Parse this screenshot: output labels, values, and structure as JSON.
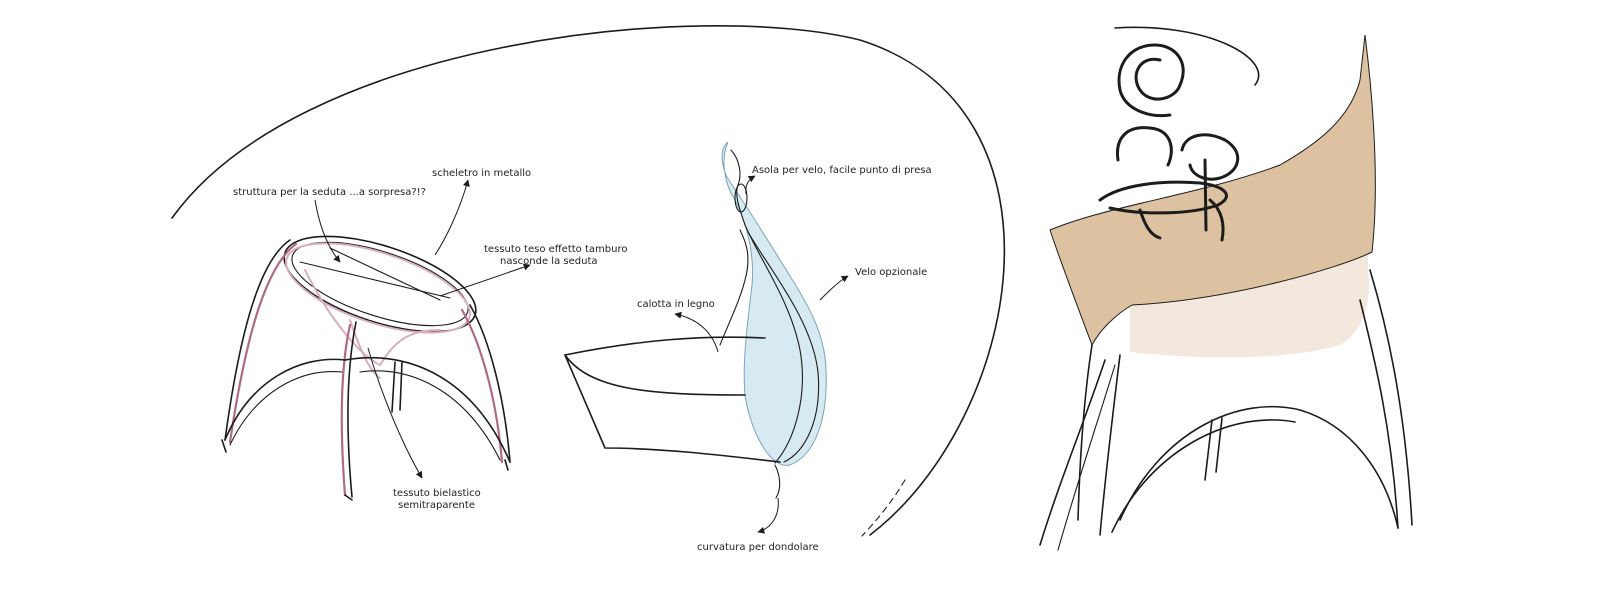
{
  "annotations": {
    "struttura": "struttura per la seduta ...a sorpresa?!?",
    "scheletro": "scheletro in metallo",
    "tessuto_teso_1": "tessuto teso effetto tamburo",
    "tessuto_teso_2": "nasconde la seduta",
    "bielastico_1": "tessuto bielastico",
    "bielastico_2": "semitraparente",
    "asola": "Asola per velo, facile punto di presa",
    "velo": "Velo opzionale",
    "calotta": "calotta in legno",
    "curvatura": "curvatura per dondolare"
  },
  "colors": {
    "ink": "#1c1c1c",
    "frame_pink": "#b06a82",
    "veil_blue": "#d3e7f0",
    "shell_tan": "#dcc2a0",
    "shell_cream": "#f3e8de"
  }
}
